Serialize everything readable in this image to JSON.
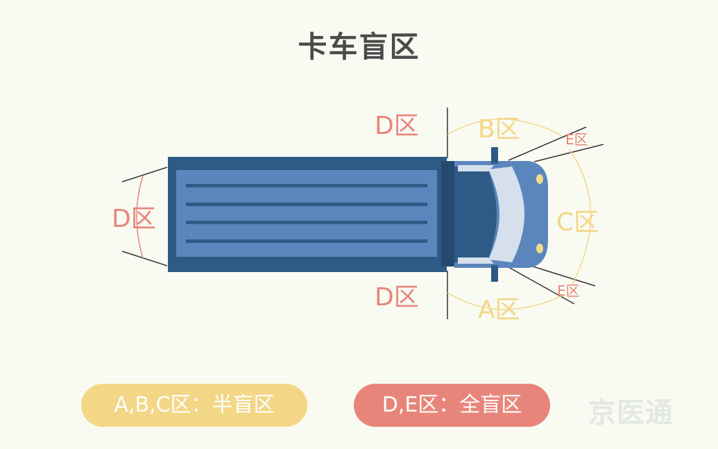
{
  "title": "卡车盲区",
  "zones": {
    "d_top": "D区",
    "d_bottom": "D区",
    "d_rear": "D区",
    "b": "B区",
    "a": "A区",
    "c": "C区",
    "e_top": "E区",
    "e_bottom": "E区"
  },
  "legend": {
    "half_blind": "A,B,C区：半盲区",
    "full_blind": "D,E区：全盲区"
  },
  "watermark": "京医通",
  "colors": {
    "full_blind": "#e8857a",
    "half_blind": "#f3d686",
    "truck_body": "#2e5a86",
    "truck_panel": "#5b86bd"
  }
}
